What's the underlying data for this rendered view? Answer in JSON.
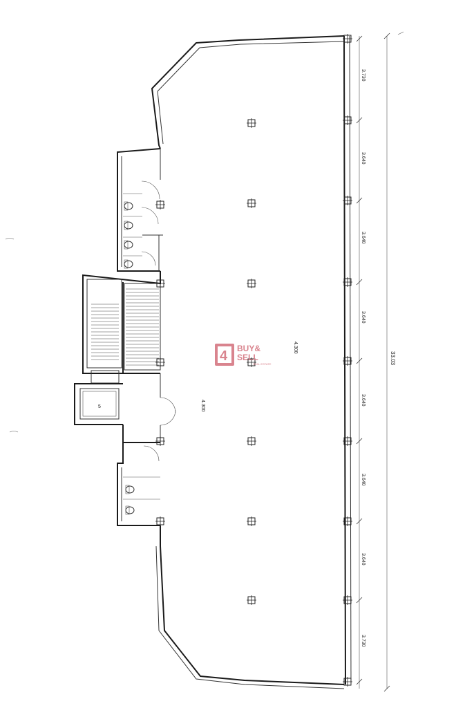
{
  "plan": {
    "column_spacings": [
      "3.730",
      "3.640",
      "3.640",
      "3.640",
      "3.640",
      "3.640",
      "3.640",
      "3.730"
    ],
    "overall_length": "33.03",
    "bay_depth_main": "4.300",
    "bay_depth_core": "4.300",
    "lift_label": "5"
  },
  "watermark": {
    "line1": "BUY&",
    "line2": "SELL",
    "sub": "REAL ESTATE",
    "colors": {
      "brand": "#d9848e"
    }
  }
}
